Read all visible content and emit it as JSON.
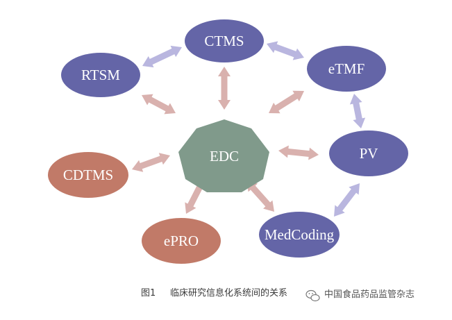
{
  "colors": {
    "navy_node": "#6465a7",
    "terracotta_node": "#c17a68",
    "center_node": "#809a8b",
    "arrow_pink": "#d9b1ae",
    "arrow_lavender": "#b9b6df"
  },
  "diagram": {
    "center": {
      "label": "EDC"
    },
    "nodes": [
      {
        "id": "ctms",
        "label": "CTMS"
      },
      {
        "id": "rtsm",
        "label": "RTSM"
      },
      {
        "id": "etmf",
        "label": "eTMF"
      },
      {
        "id": "pv",
        "label": "PV"
      },
      {
        "id": "cdtms",
        "label": "CDTMS"
      },
      {
        "id": "epro",
        "label": "ePRO"
      },
      {
        "id": "medcoding",
        "label": "MedCoding"
      }
    ]
  },
  "caption": {
    "number": "图1",
    "title": "临床研究信息化系统间的关系"
  },
  "watermark": {
    "text": "中国食品药品监管杂志"
  }
}
